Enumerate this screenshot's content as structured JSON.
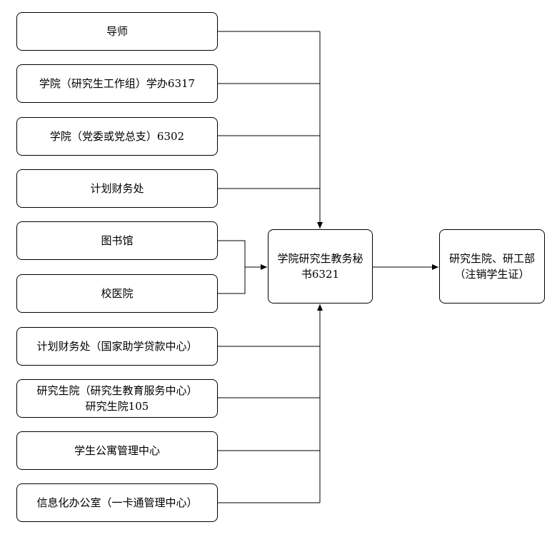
{
  "sources_top": [
    "导师",
    "学院（研究生工作组）学办6317",
    "学院（党委或党总支）6302",
    "计划财务处"
  ],
  "sources_middle": [
    "图书馆",
    "校医院"
  ],
  "sources_bottom": [
    "计划财务处（国家助学贷款中心）",
    "研究生院（研究生教育服务中心）\n研究生院105",
    "学生公寓管理中心",
    "信息化办公室（一卡通管理中心）"
  ],
  "center": "学院研究生教务秘\n书6321",
  "target": "研究生院、研工部\n（注销学生证）"
}
